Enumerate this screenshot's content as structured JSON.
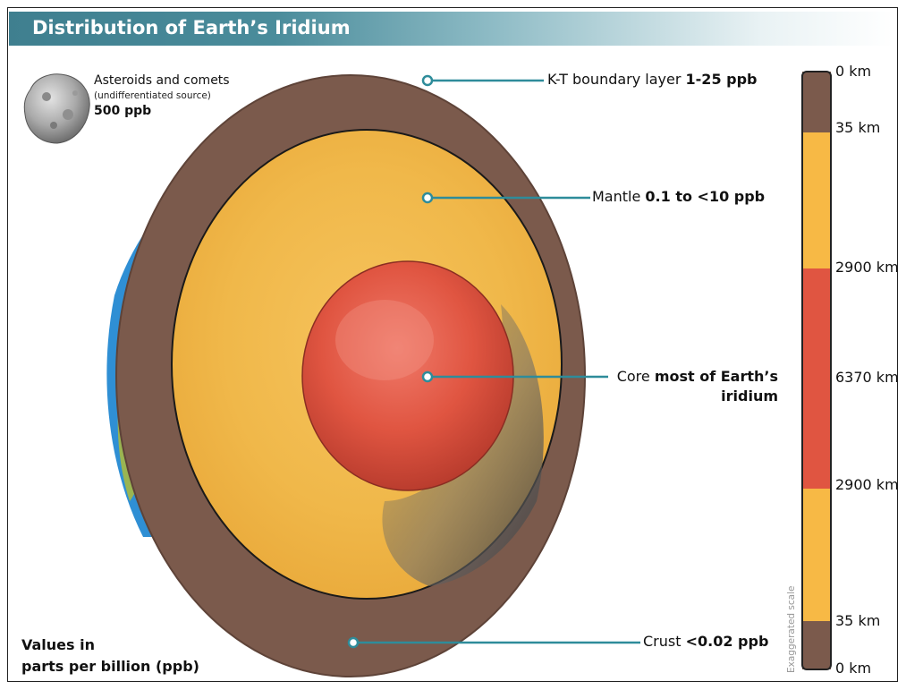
{
  "title": "Distribution of Earth’s Iridium",
  "asteroids": {
    "name": "Asteroids and comets",
    "note": "(undifferentiated source)",
    "value": "500 ppb"
  },
  "layers": {
    "kt": {
      "label": "K-T boundary layer",
      "value": "1-25 ppb"
    },
    "mantle": {
      "label": "Mantle",
      "value": "0.1 to <10 ppb"
    },
    "core": {
      "label": "Core",
      "value_line1": "most of Earth’s",
      "value_line2": "iridium"
    },
    "crust": {
      "label": "Crust",
      "value": "<0.02 ppb"
    }
  },
  "scale": {
    "ticks": [
      "0 km",
      "35 km",
      "2900 km",
      "6370 km",
      "2900 km",
      "35 km",
      "0 km"
    ],
    "note": "Exaggerated scale"
  },
  "values_note": {
    "line1": "Values in",
    "line2": "parts per billion (ppb)"
  },
  "colors": {
    "crust": "#7b5a4c",
    "mantle": "#f7b945",
    "core": "#e05541",
    "leader": "#2e8c9a",
    "ocean": "#2f8fd4",
    "land": "#8fb04a"
  }
}
